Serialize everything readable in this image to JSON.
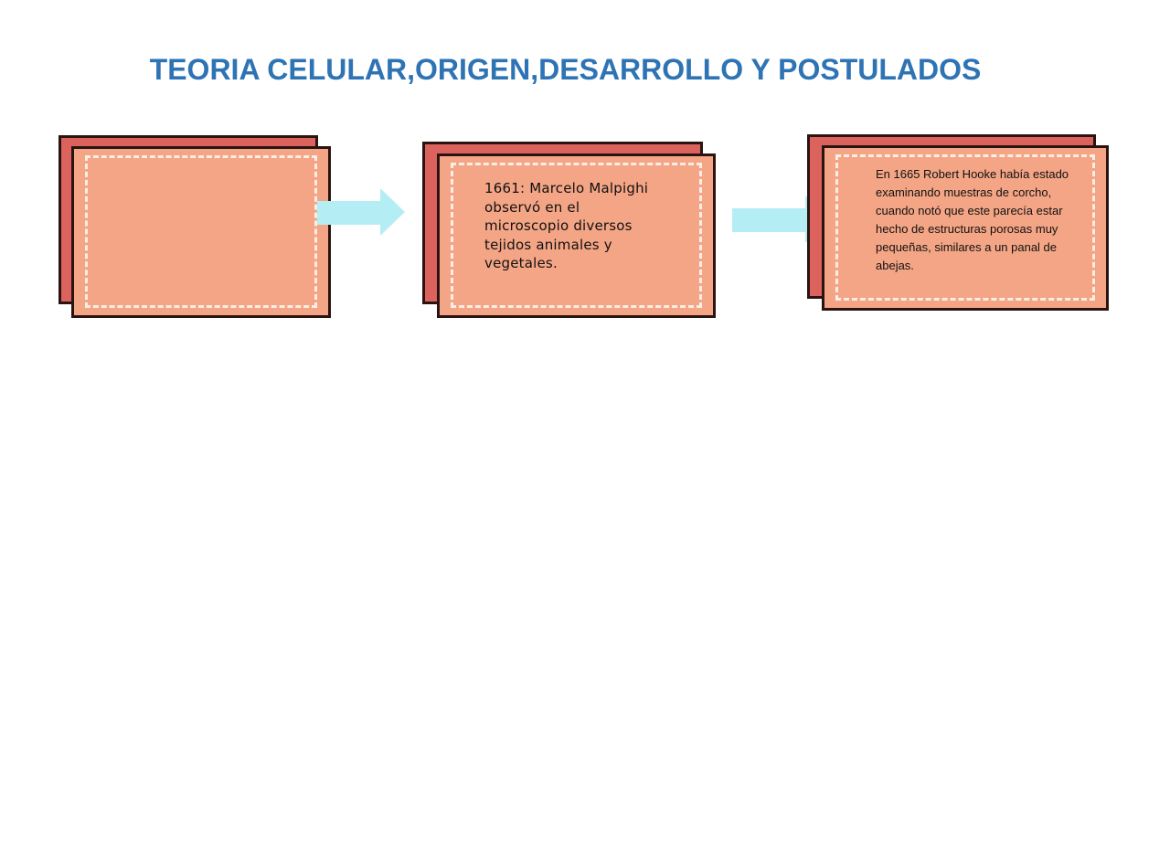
{
  "title": "TEORIA CELULAR,ORIGEN,DESARROLLO Y POSTULADOS",
  "colors": {
    "title": "#2e74b5",
    "card_back": "#dc625d",
    "card_front": "#f4a585",
    "card_border": "#2a1412",
    "dashes": "#fbeee6",
    "arrow": "#b4eef4"
  },
  "cards": [
    {
      "text": ""
    },
    {
      "text": "1661: Marcelo Malpighi observó en el microscopio diversos tejidos animales y vegetales."
    },
    {
      "text": "En 1665 Robert Hooke había estado examinando muestras de corcho, cuando notó que este parecía estar hecho de estructuras porosas muy pequeñas, similares a un panal de abejas."
    }
  ],
  "arrows": [
    "arrow-right-icon",
    "arrow-right-icon"
  ]
}
